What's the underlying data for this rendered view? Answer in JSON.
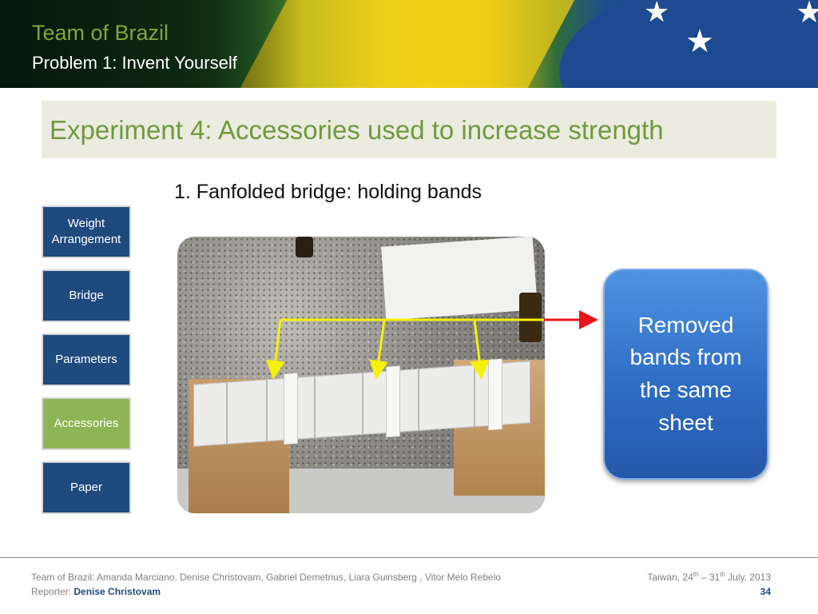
{
  "header": {
    "org": "Team of Brazil",
    "problem": "Problem 1: Invent Yourself"
  },
  "slide": {
    "title": "Experiment 4: Accessories used to increase strength",
    "subtitle": "1. Fanfolded bridge: holding bands",
    "callout": "Removed bands from the same sheet"
  },
  "nav": {
    "items": [
      {
        "label": "Weight Arrangement",
        "active": false
      },
      {
        "label": "Bridge",
        "active": false
      },
      {
        "label": "Parameters",
        "active": false
      },
      {
        "label": "Accessories",
        "active": true
      },
      {
        "label": "Paper",
        "active": false
      }
    ]
  },
  "footer": {
    "authors": "Team of Brazil: Amanda Marciano, Denise Christovam, Gabriel Demetrius, Liara Guinsberg , Vitor Melo Rebelo",
    "reporter_label": "Reporter: ",
    "reporter_name": "Denise Christovam",
    "location": "Taiwan, ",
    "start_day": "24",
    "start_suffix": "th",
    "dash": " – ",
    "end_day": "31",
    "end_suffix": "th",
    "month_year": " July, 2013",
    "page_number": "34"
  },
  "colors": {
    "accent_green": "#6e9a3c",
    "nav_blue": "#1f4a7e",
    "nav_active": "#8db556",
    "callout_blue": "#2e6dc6",
    "arrow_yellow": "#f5f10a",
    "arrow_red": "#e8141c"
  },
  "icons": {
    "banner_stars": "star-icon"
  }
}
